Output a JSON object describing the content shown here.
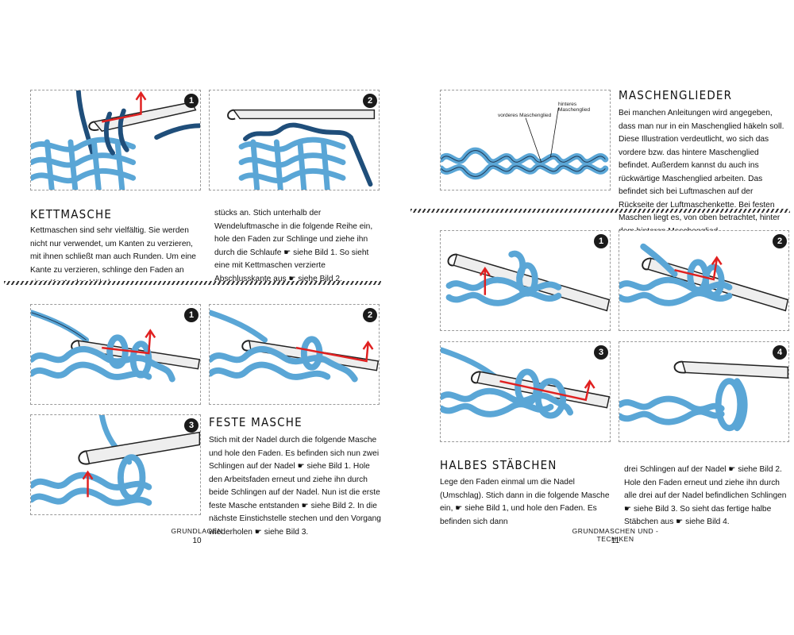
{
  "left_page": {
    "kettmasche": {
      "heading": "KETTMASCHE",
      "col1": "Kettmaschen sind sehr vielfältig. Sie werden nicht nur verwendet, um Kanten zu verzieren, mit ihnen schließt man auch Runden. Um eine Kante zu verzieren, schlinge den Faden an einer Kante des Häkel-",
      "col2": "stücks an. Stich unterhalb der Wendeluftmasche in die folgende Reihe ein, hole den Faden zur Schlinge und ziehe ihn durch die Schlaufe ☛ siehe Bild 1. So sieht eine mit Kettmaschen verzierte Abschlusskante aus ☛ siehe Bild 2."
    },
    "feste_masche": {
      "heading": "FESTE MASCHE",
      "text": "Stich mit der Nadel durch die folgende Masche und hole den Faden. Es befinden sich nun zwei Schlingen auf der Nadel ☛ siehe Bild 1. Hole den Arbeitsfaden erneut und ziehe ihn durch beide Schlingen auf der Nadel. Nun ist die erste feste Masche entstanden ☛ siehe Bild 2. In die nächste Einstichstelle stechen und den Vorgang wiederholen ☛ siehe Bild 3."
    },
    "footer": "GRUNDLAGEN",
    "page_number": "10"
  },
  "right_page": {
    "maschenglieder": {
      "heading": "MASCHENGLIEDER",
      "label_back": "hinteres Maschenglied",
      "label_front": "vorderes Maschenglied",
      "text": "Bei manchen Anleitungen wird angegeben, dass man nur in ein Maschenglied häkeln soll. Diese Illustration verdeutlicht, wo sich das vordere bzw. das hintere Maschenglied befindet. Außerdem kannst du auch ins rückwärtige Maschenglied arbeiten. Das befindet sich bei Luftmaschen auf der Rückseite der Luftmaschenkette. Bei festen Maschen liegt es, von oben betrachtet, hinter dem hinteren Maschenglied."
    },
    "halbes_staebchen": {
      "heading": "HALBES STÄBCHEN",
      "col1": "Lege den Faden einmal um die Nadel (Umschlag). Stich dann in die folgende Masche ein, ☛ siehe Bild 1, und hole den Faden. Es befinden sich dann",
      "col2": "drei Schlingen auf der Nadel ☛ siehe Bild 2. Hole den Faden erneut und ziehe ihn durch alle drei auf der Nadel befindlichen Schlingen ☛ siehe Bild 3. So sieht das fertige halbe Stäbchen aus ☛ siehe Bild 4."
    },
    "footer": "GRUNDMASCHEN UND -TECHIKEN",
    "page_number": "11"
  },
  "badges": [
    "1",
    "2",
    "3",
    "4"
  ],
  "colors": {
    "yarn": "#5aa6d6",
    "yarn_dark": "#1f4e7a",
    "hook": "#e6e6e6",
    "arrow": "#e02020",
    "ink": "#111111"
  }
}
